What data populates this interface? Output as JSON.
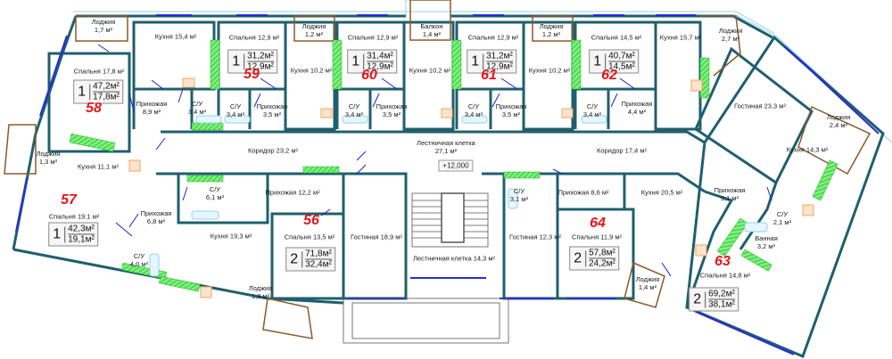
{
  "plan": {
    "title": "Floor plan",
    "elevation_mark": "+12,000",
    "apartments": [
      {
        "number": "58",
        "rooms": "1",
        "total_area": "47,2м²",
        "living_area": "17,8м²",
        "spaces": [
          "Лоджия 1,7 м²",
          "Спальня 17,8 м²",
          "Кухня 15,4 м²",
          "Прихожая 8,9 м²",
          "С/У 3,4 м²"
        ]
      },
      {
        "number": "57",
        "rooms": "1",
        "total_area": "42,3м²",
        "living_area": "19,1м²",
        "spaces": [
          "Лоджия 1,3 м²",
          "Кухня 11,1 м²",
          "Спальня 19,1 м²",
          "Прихожая 6,8 м²",
          "С/У 4,0 м²"
        ]
      },
      {
        "number": "59",
        "rooms": "1",
        "total_area": "31,2м²",
        "living_area": "12,9м²",
        "spaces": [
          "Спальня 12,9 м²",
          "С/У 3,4 м²",
          "Прихожая 3,5 м²",
          "Лоджия 1,2 м²",
          "Кухня 10,2 м²"
        ]
      },
      {
        "number": "60",
        "rooms": "1",
        "total_area": "31,4м²",
        "living_area": "12,9м²",
        "spaces": [
          "Спальня 12,9 м²",
          "С/У 3,4 м²",
          "Прихожая 3,5 м²",
          "Балкон 1,4 м²",
          "Кухня 10,2 м²"
        ]
      },
      {
        "number": "61",
        "rooms": "1",
        "total_area": "31,2м²",
        "living_area": "12,9м²",
        "spaces": [
          "Спальня 12,9 м²",
          "С/У 3,4 м²",
          "Прихожая 3,5 м²",
          "Лоджия 1,2 м²",
          "Кухня 10,2 м²"
        ]
      },
      {
        "number": "62",
        "rooms": "1",
        "total_area": "40,7м²",
        "living_area": "14,5м²",
        "spaces": [
          "Спальня 14,5 м²",
          "С/У 3,4 м²",
          "Прихожая 4,4 м²",
          "Кухня 15,7 м²",
          "Лоджия 2,7 м²"
        ]
      },
      {
        "number": "56",
        "rooms": "2",
        "total_area": "71,8м²",
        "living_area": "32,4м²",
        "spaces": [
          "С/У 6,1 м²",
          "Прихожая 12,2 м²",
          "Кухня 19,3 м²",
          "Спальня 13,5 м²",
          "Гостиная 18,9 м²",
          "Лоджия 1,8 м²"
        ]
      },
      {
        "number": "64",
        "rooms": "2",
        "total_area": "57,8м²",
        "living_area": "24,2м²",
        "spaces": [
          "С/У 3,1 м²",
          "Прихожая 8,6 м²",
          "Гостиная 12,3 м²",
          "Спальня 11,9 м²",
          "Лоджия 1,4 м²"
        ]
      },
      {
        "number": "63",
        "rooms": "2",
        "total_area": "69,2м²",
        "living_area": "38,1м²",
        "spaces": [
          "Гостиная 23,3 м²",
          "Лоджия 2,4 м²",
          "Кухня 14,3 м²",
          "Кухня 20,5 м²",
          "Прихожая 9,1 м²",
          "С/У 2,1 м²",
          "Ванная 3,2 м²",
          "Спальня 14,8 м²"
        ]
      }
    ],
    "common": {
      "corridor_left": "Коридор 23,2 м²",
      "corridor_right": "Коридор 17,4 м²",
      "stair_upper_1": "Лестничная клетка",
      "stair_upper_2": "27,1 м²",
      "stair_lower": "Лестничная клетка 14,3 м²"
    },
    "labels": {
      "l58_loggia_a": "Лоджия",
      "l58_loggia_b": "1,7 м²",
      "l58_bed": "Спальня 17,8 м²",
      "l58_kitchen": "Кухня 15,4 м²",
      "l58_hall_a": "Прихожая",
      "l58_hall_b": "8,9 м²",
      "l58_wc_a": "С/У",
      "l58_wc_b": "3,4 м²",
      "l57_loggia_a": "Лоджия",
      "l57_loggia_b": "1,3 м²",
      "l57_kitchen": "Кухня 11,1 м²",
      "l57_bed": "Спальня 19,1 м²",
      "l57_hall_a": "Прихожая",
      "l57_hall_b": "6,8 м²",
      "l57_wc_a": "С/У",
      "l57_wc_b": "4,0 м²",
      "l59_bed": "Спальня 12,9 м²",
      "l59_wc_a": "С/У",
      "l59_wc_b": "3,4 м²",
      "l59_hall_a": "Прихожая",
      "l59_hall_b": "3,5 м²",
      "l59_loggia_a": "Лоджия",
      "l59_loggia_b": "1,2 м²",
      "l59_kitchen": "Кухня 10,2 м²",
      "l60_bed": "Спальня 12,9 м²",
      "l60_wc_a": "С/У",
      "l60_wc_b": "3,4 м²",
      "l60_hall_a": "Прихожая",
      "l60_hall_b": "3,5 м²",
      "l60_balcony_a": "Балкон",
      "l60_balcony_b": "1,4 м²",
      "l60_kitchen": "Кухня 10,2 м²",
      "l61_bed": "Спальня 12,9 м²",
      "l61_wc_a": "С/У",
      "l61_wc_b": "3,4 м²",
      "l61_hall_a": "Прихожая",
      "l61_hall_b": "3,5 м²",
      "l61_loggia_a": "Лоджия",
      "l61_loggia_b": "1,2 м²",
      "l61_kitchen": "Кухня 10,2 м²",
      "l62_bed": "Спальня 14,5 м²",
      "l62_wc_a": "С/У",
      "l62_wc_b": "3,4 м²",
      "l62_hall_a": "Прихожая",
      "l62_hall_b": "4,4 м²",
      "l62_kitchen": "Кухня 15,7 м²",
      "l62_loggia_a": "Лоджия",
      "l62_loggia_b": "2,7 м²",
      "l56_wc_a": "С/У",
      "l56_wc_b": "6,1 м²",
      "l56_hall": "Прихожая 12,2 м²",
      "l56_kitchen": "Кухня 19,3 м²",
      "l56_bed": "Спальня 13,5 м²",
      "l56_living": "Гостиная 18,9 м²",
      "l56_loggia_a": "Лоджия",
      "l56_loggia_b": "1,8 м²",
      "l64_wc_a": "С/У",
      "l64_wc_b": "3,1 м²",
      "l64_hall": "Прихожая 8,6 м²",
      "l64_living": "Гостиная 12,3 м²",
      "l64_bed": "Спальня 11,9 м²",
      "l64_loggia_a": "Лоджия",
      "l64_loggia_b": "1,4 м²",
      "l63_living": "Гостиная 23,3 м²",
      "l63_loggia_a": "Лоджия",
      "l63_loggia_b": "2,4 м²",
      "l63_kitchen1": "Кухня 14,3 м²",
      "l63_kitchen2": "Кухня 20,5 м²",
      "l63_hall_a": "Прихожая",
      "l63_hall_b": "9,1 м²",
      "l63_wc_a": "С/У",
      "l63_wc_b": "2,1 м²",
      "l63_bath_a": "Ванная",
      "l63_bath_b": "3,2 м²",
      "l63_bed": "Спальня 14,8 м²"
    },
    "colors": {
      "wall": "#1f5f6e",
      "window": "#2a2adb",
      "window_light": "#8fd3f0",
      "loggia_edge": "#8a5a2b",
      "vent": "#39e639",
      "appliance": "#f5a45c",
      "door": "#1d1dd6",
      "apt_number": "#e8141b"
    }
  }
}
